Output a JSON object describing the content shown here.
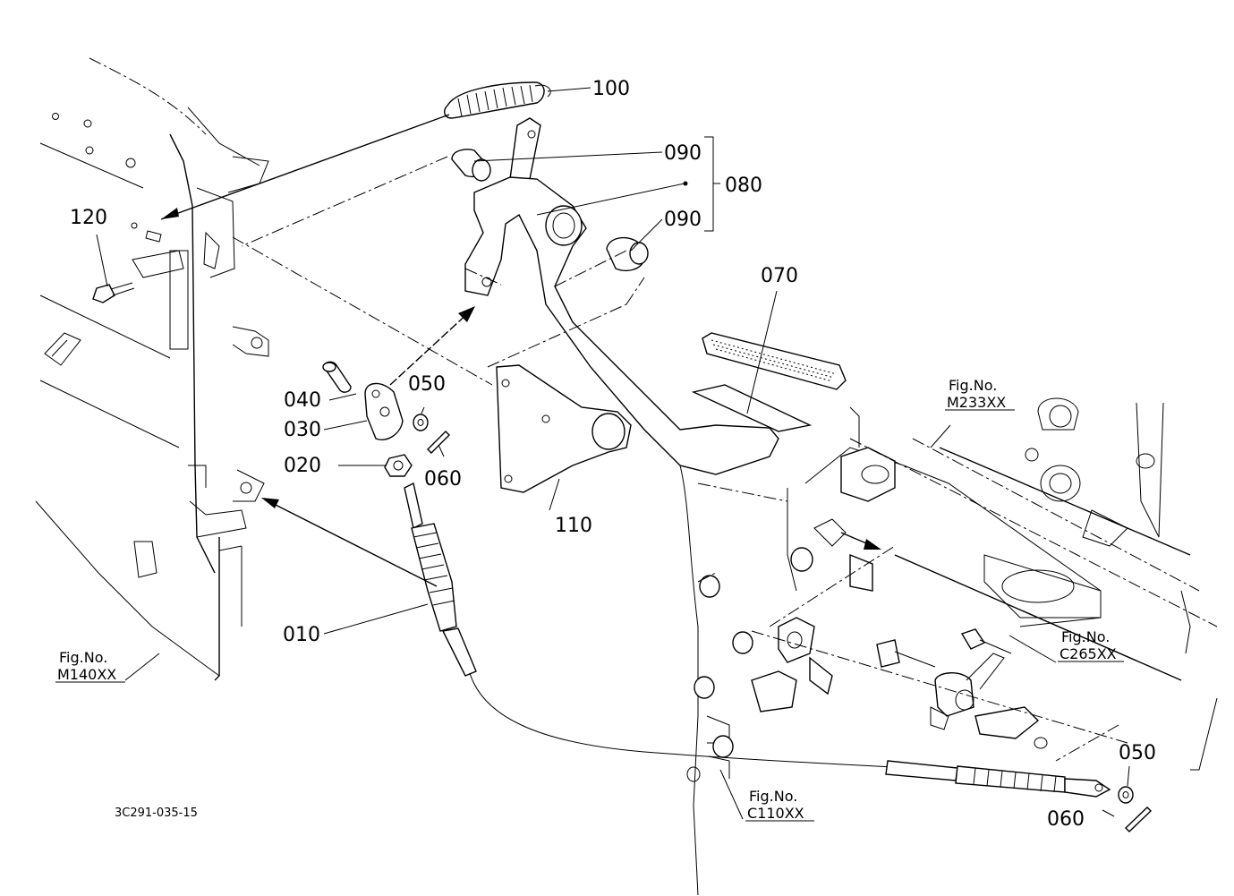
{
  "diagram_code": "3C291-035-15",
  "part_labels": {
    "p010": "010",
    "p020": "020",
    "p030": "030",
    "p040": "040",
    "p050a": "050",
    "p050b": "050",
    "p060a": "060",
    "p060b": "060",
    "p070": "070",
    "p080": "080",
    "p090a": "090",
    "p090b": "090",
    "p100": "100",
    "p110": "110",
    "p120": "120"
  },
  "figure_refs": {
    "m140": {
      "prefix": "Fig.No.",
      "code": "M140XX"
    },
    "m233": {
      "prefix": "Fig.No.",
      "code": "M233XX"
    },
    "c265": {
      "prefix": "Fig.No.",
      "code": "C265XX"
    },
    "c110": {
      "prefix": "Fig.No.",
      "code": "C110XX"
    }
  }
}
